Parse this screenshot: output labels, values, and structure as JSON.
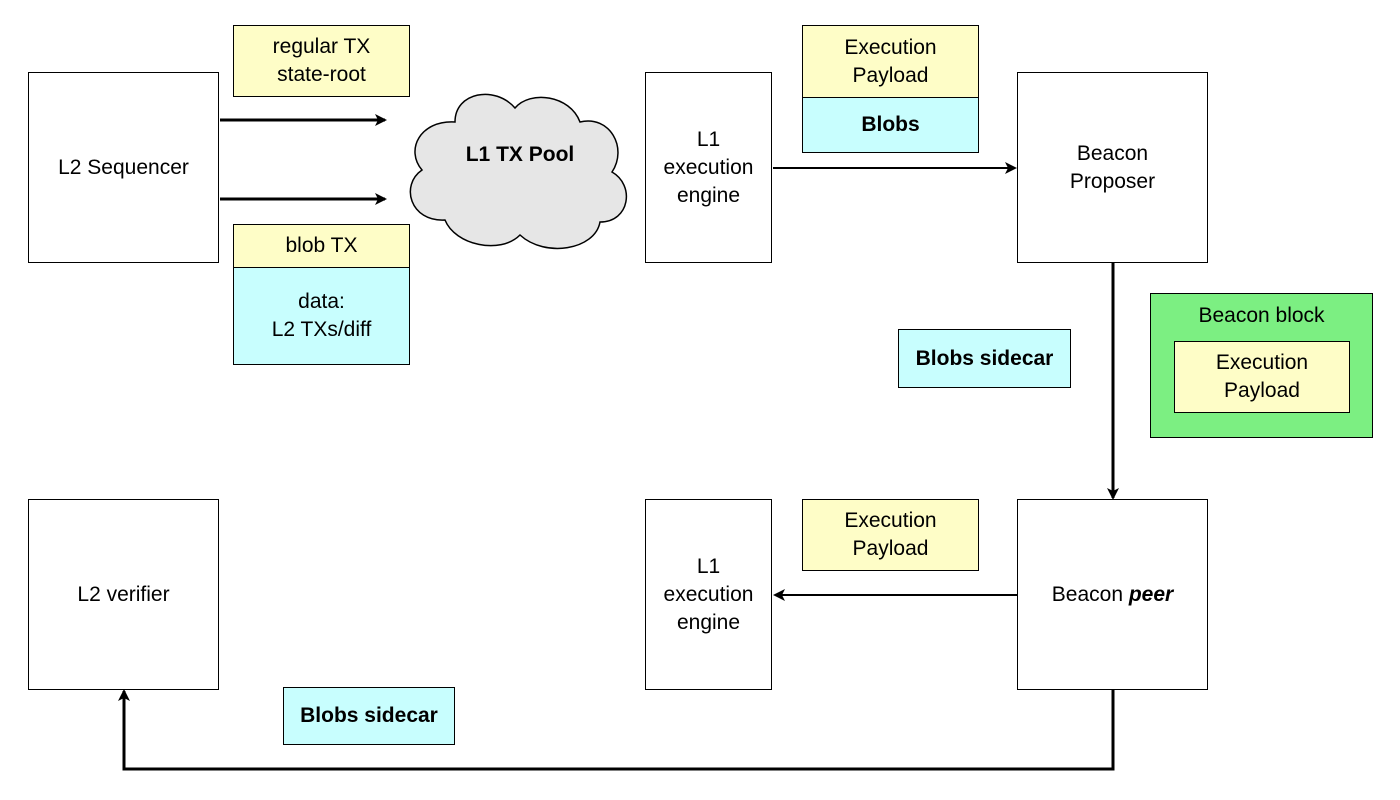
{
  "l2_sequencer": "L2 Sequencer",
  "regular_tx": "regular TX\nstate-root",
  "blob_tx": "blob TX",
  "blob_data": "data:\nL2 TXs/diff",
  "tx_pool": "L1 TX Pool",
  "l1_engine_top": "L1\nexecution\nengine",
  "exec_payload_top": "Execution\nPayload",
  "blobs_top": "Blobs",
  "beacon_proposer": "Beacon\nProposer",
  "beacon_block": "Beacon block",
  "beacon_block_payload": "Execution\nPayload",
  "blobs_sidecar_right": "Blobs sidecar",
  "beacon_peer_prefix": "Beacon ",
  "beacon_peer_emph": "peer",
  "exec_payload_bottom": "Execution\nPayload",
  "l1_engine_bottom": "L1\nexecution\nengine",
  "l2_verifier": "L2 verifier",
  "blobs_sidecar_bottom": "Blobs sidecar",
  "colors": {
    "yellow": "#fefdc7",
    "cyan": "#c8fefe",
    "green": "#7cef82",
    "cloud": "#e6e6e6"
  }
}
